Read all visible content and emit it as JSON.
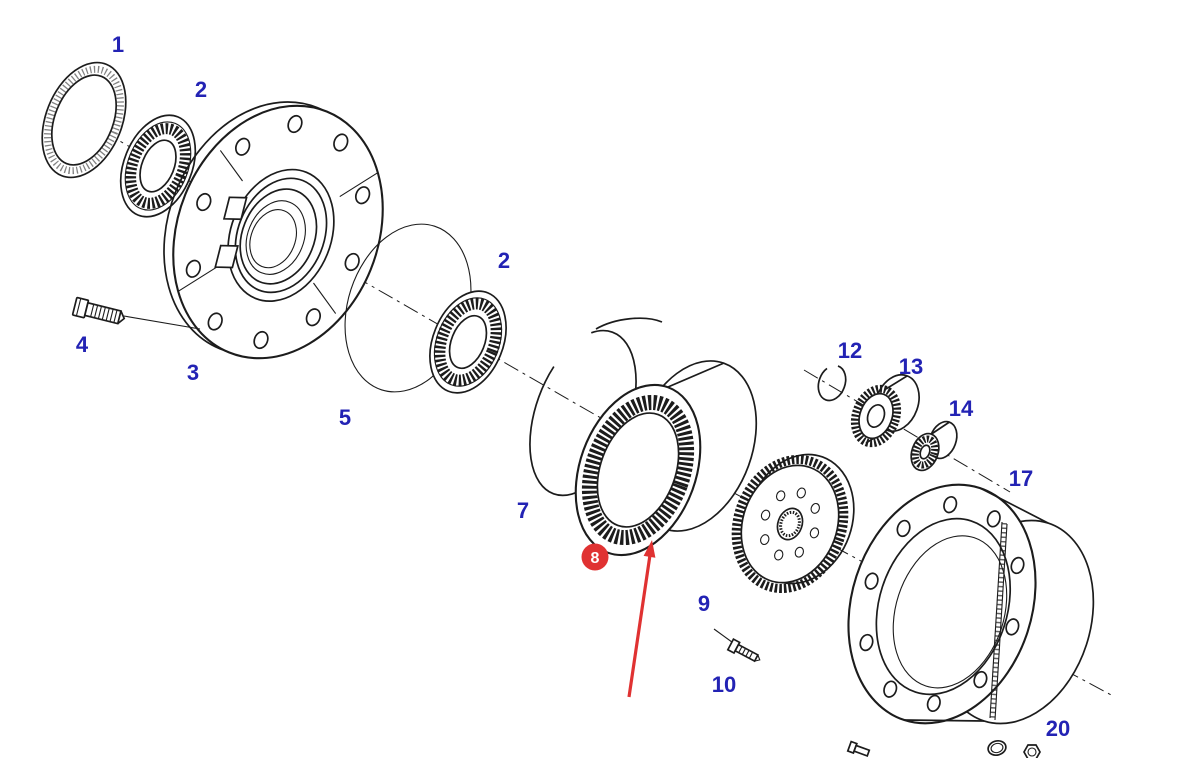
{
  "diagram": {
    "labels": [
      {
        "id": "part-1",
        "text": "1"
      },
      {
        "id": "part-2a",
        "text": "2"
      },
      {
        "id": "part-3",
        "text": "3"
      },
      {
        "id": "part-4",
        "text": "4"
      },
      {
        "id": "part-5",
        "text": "5"
      },
      {
        "id": "part-2b",
        "text": "2"
      },
      {
        "id": "part-7",
        "text": "7"
      },
      {
        "id": "part-8",
        "text": "8"
      },
      {
        "id": "part-9",
        "text": "9"
      },
      {
        "id": "part-10",
        "text": "10"
      },
      {
        "id": "part-12",
        "text": "12"
      },
      {
        "id": "part-13",
        "text": "13"
      },
      {
        "id": "part-14",
        "text": "14"
      },
      {
        "id": "part-17",
        "text": "17"
      },
      {
        "id": "part-20",
        "text": "20"
      }
    ],
    "highlighted_ref": "8",
    "colors": {
      "label": "#2323b4",
      "highlight": "#e03232",
      "line": "#1c1c1c",
      "background": "#ffffff"
    }
  }
}
